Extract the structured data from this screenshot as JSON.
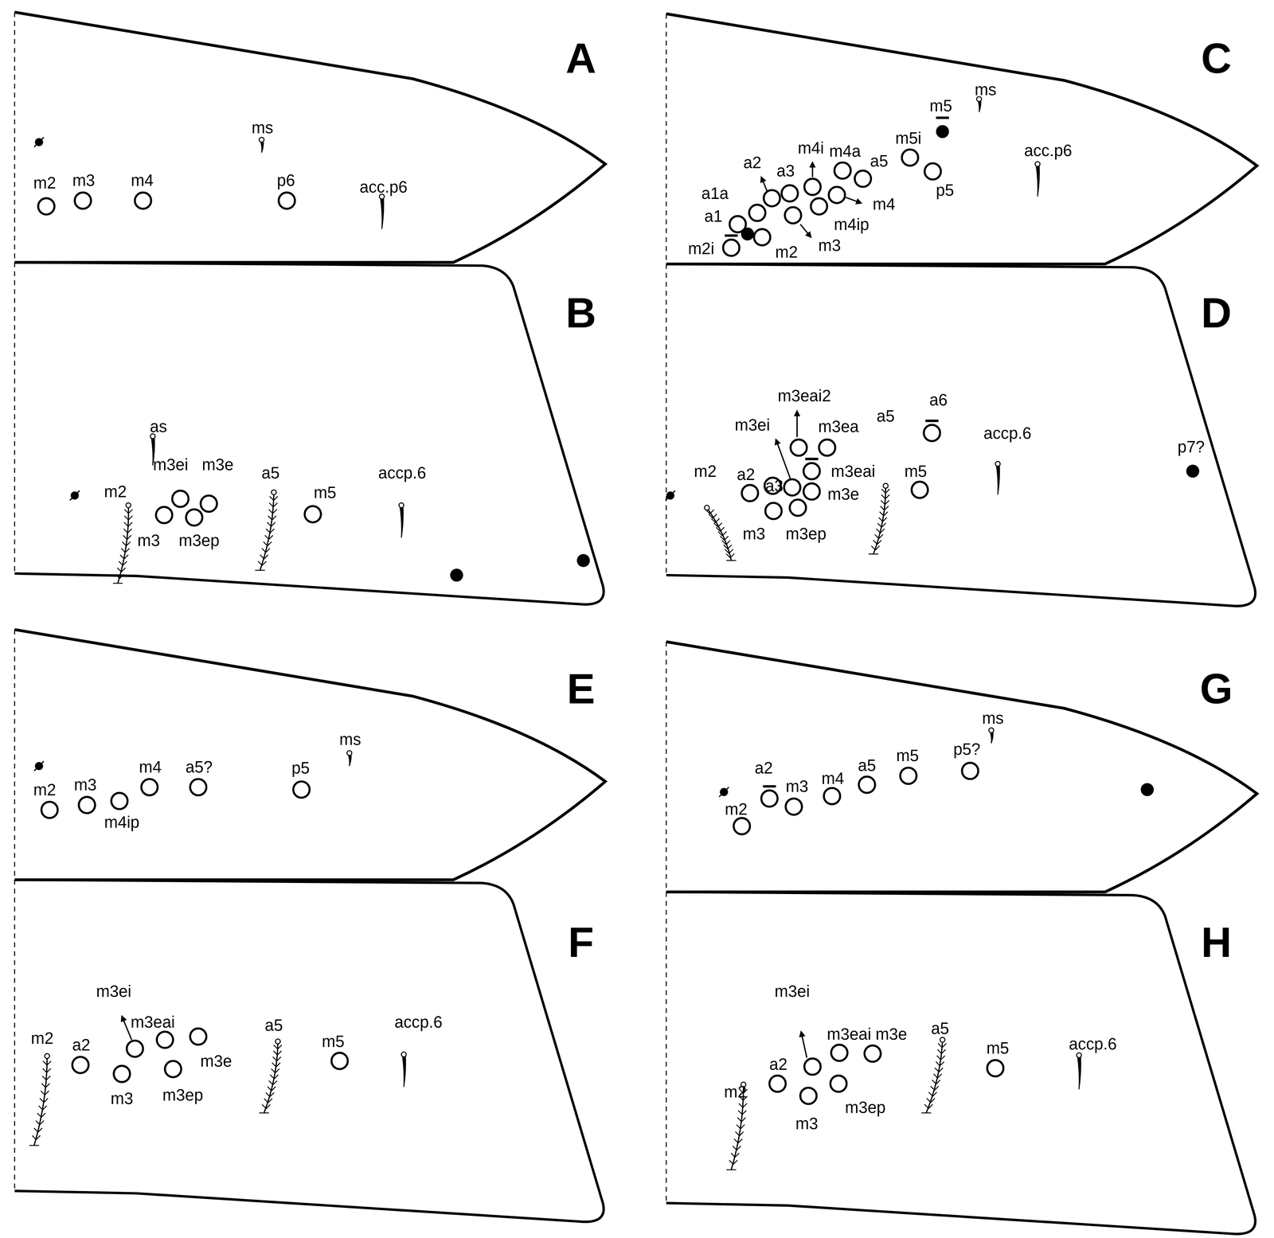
{
  "diagram": {
    "labels": [
      "A",
      "m2",
      "m3",
      "m4",
      "ms",
      "p6",
      "acc.p6",
      "B",
      "as",
      "m3ei",
      "m3e",
      "m2",
      "a5",
      "m5",
      "accp.6",
      "m3",
      "m3ep",
      "C",
      "ms",
      "m5",
      "m5i",
      "acc.p6",
      "m4i",
      "a2",
      "a3",
      "m4a",
      "a5",
      "p5",
      "a1a",
      "m4",
      "m4ip",
      "a1",
      "m3",
      "m2i",
      "m2",
      "D",
      "m3eai2",
      "a6",
      "m3ei",
      "m3ea",
      "a5",
      "accp.6",
      "m2",
      "m3eai",
      "a3",
      "a2",
      "m3e",
      "m5",
      "p7?",
      "m3",
      "m3ep",
      "E",
      "ms",
      "m4",
      "a5?",
      "p5",
      "m2",
      "m3",
      "m4ip",
      "F",
      "m3ei",
      "m3eai",
      "m2",
      "a5",
      "m5",
      "accp.6",
      "a2",
      "m3e",
      "m3",
      "m3ep",
      "G",
      "ms",
      "a2",
      "m3",
      "m4",
      "a5",
      "m5",
      "p5?",
      "m2",
      "H",
      "m3ei",
      "m3eai",
      "m3e",
      "a5",
      "m5",
      "accp.6",
      "m2",
      "a2",
      "m3",
      "m3ep"
    ]
  }
}
